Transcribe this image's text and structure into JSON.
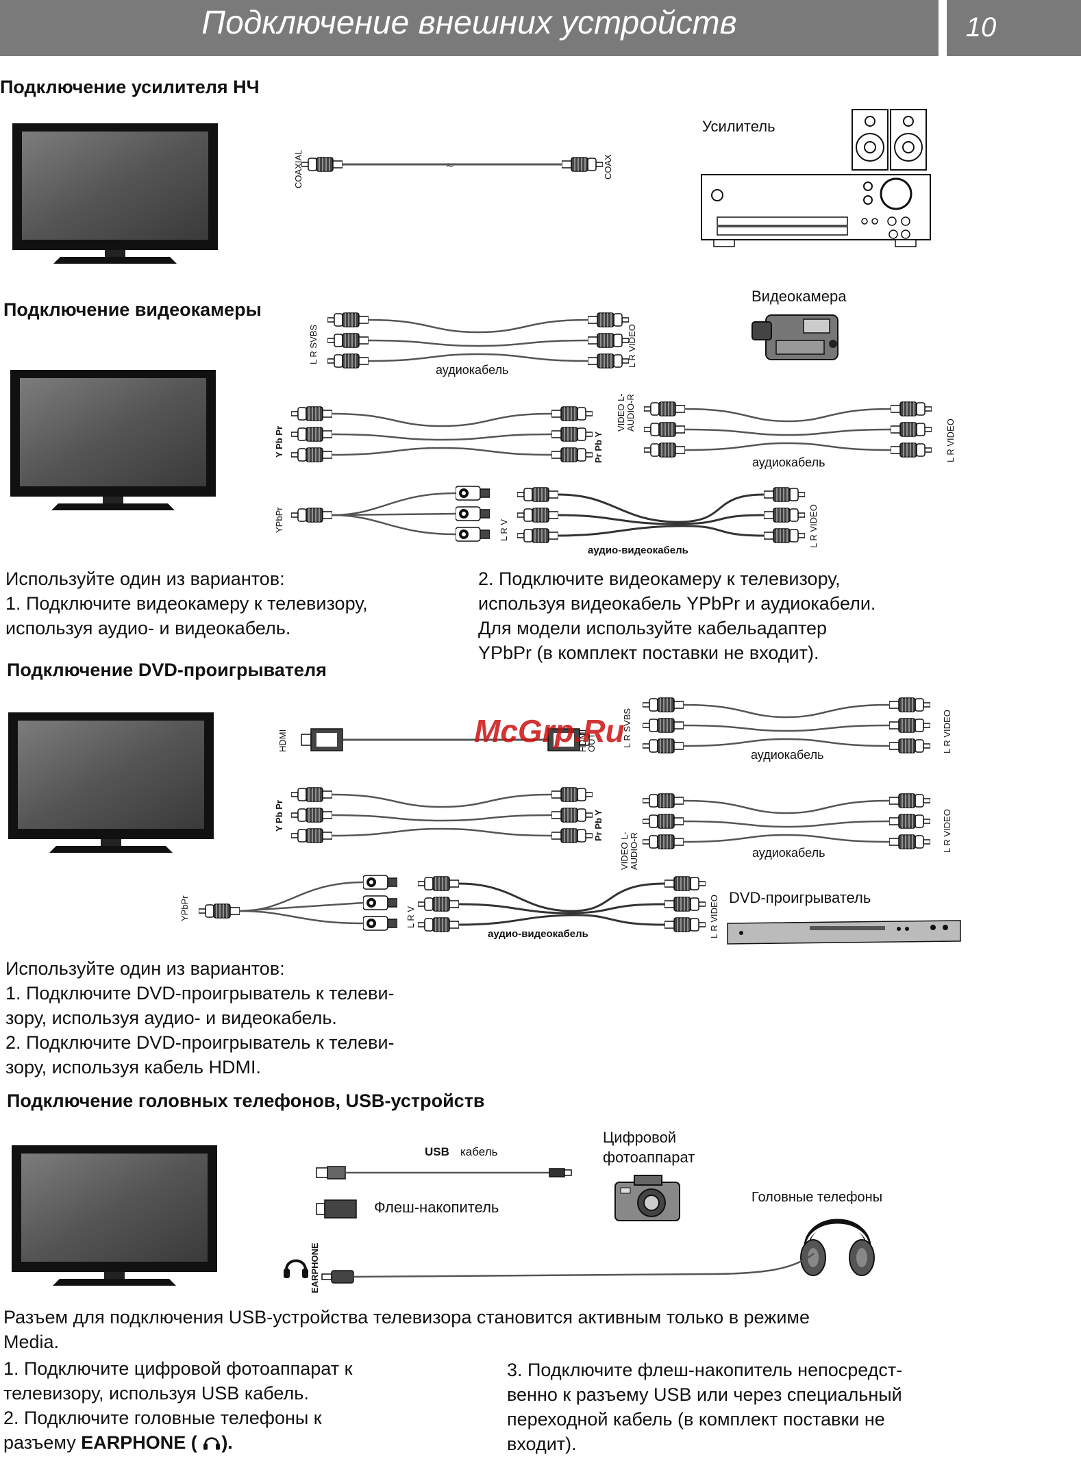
{
  "header": {
    "title": "Подключение внешних устройств",
    "page": "10"
  },
  "watermark": "McGrp.Ru",
  "sections": {
    "amp": {
      "title": "Подключение усилителя НЧ",
      "device_label": "Усилитель",
      "cable_left": "COAXIAL",
      "cable_right": "COAX"
    },
    "camcorder": {
      "title": "Подключение видеокамеры",
      "device_label": "Видеокамера",
      "cable1_left": "L  R  SVBS",
      "cable1_right": "L  R  VIDEO",
      "audio_cable": "аудиокабель",
      "cable2_left": "Y  Pb  Pr",
      "cable2_right": "Pr  Pb  Y",
      "cable3_left": "VIDEO L-AUDIO-R",
      "cable3_right": "L  R  VIDEO",
      "audio_cable2": "аудиокабель",
      "cable4_left": "YPbPr",
      "cable4_mid": "L  R  V",
      "cable4_right": "L  R  VIDEO",
      "av_cable": "аудио-видеокабель",
      "col1": [
        "Используйте один из вариантов:",
        "1. Подключите видеокамеру  к телевизору,",
        "используя аудио- и видеокабель."
      ],
      "col2": [
        "2.  Подключите  видеокамеру  к  телевизору,",
        "используя видеокабель YPbPr и аудиокабели.",
        "Для модели используйте кабельадаптер",
        "YPbPr (в комплект поставки не входит)."
      ]
    },
    "dvd": {
      "title": "Подключение DVD-проигрывателя",
      "device_label": "DVD-проигрыватель",
      "hdmi_left": "HDMI",
      "hdmi_right": "HDMI OUT",
      "cable1_left": "L  R  SVBS",
      "cable1_right": "L  R  VIDEO",
      "audio_cable": "аудиокабель",
      "cable2_left": "Y  Pb  Pr",
      "cable2_right": "Pr  Pb  Y",
      "cable3_left": "VIDEO L-AUDIO-R",
      "cable3_right": "L  R  VIDEO",
      "audio_cable2": "аудиокабель",
      "cable4_left": "YPbPr",
      "cable4_mid": "L  R  V",
      "cable4_right": "L  R  VIDEO",
      "av_cable": "аудио-видеокабель",
      "text": [
        "Используйте один из вариантов:",
        "1.  Подключите  DVD-проигрыватель  к  телеви-",
        "зору, используя аудио- и видеокабель.",
        "2.   Подключите  DVD-проигрыватель к телеви-",
        "зору, используя кабель HDMI."
      ]
    },
    "usb": {
      "title": "Подключение головных телефонов, USB-устройств",
      "usb_label": "USB",
      "usb_cable": "кабель",
      "flash_label": "Флеш-накопитель",
      "camera_label_1": "Цифровой",
      "camera_label_2": "фотоаппарат",
      "headphones_label": "Головные телефоны",
      "earphone_label": "EARPHONE",
      "note_1": "Разъем для подключения USB-устройства телевизора становится активным только в режиме",
      "note_2": "Media.",
      "col1": [
        "1. Подключите цифровой фотоаппарат к",
        "телевизору, используя USB кабель.",
        "2. Подключите головные телефоны к"
      ],
      "col1_last_prefix": "разъему  ",
      "col1_last_bold": "EARPHONE (",
      "col1_last_suffix": ").",
      "col2": [
        "3. Подключите флеш-накопитель непосредст-",
        "венно к разъему USB или через специальный",
        "переходной кабель (в комплект поставки не",
        "входит)."
      ]
    }
  }
}
